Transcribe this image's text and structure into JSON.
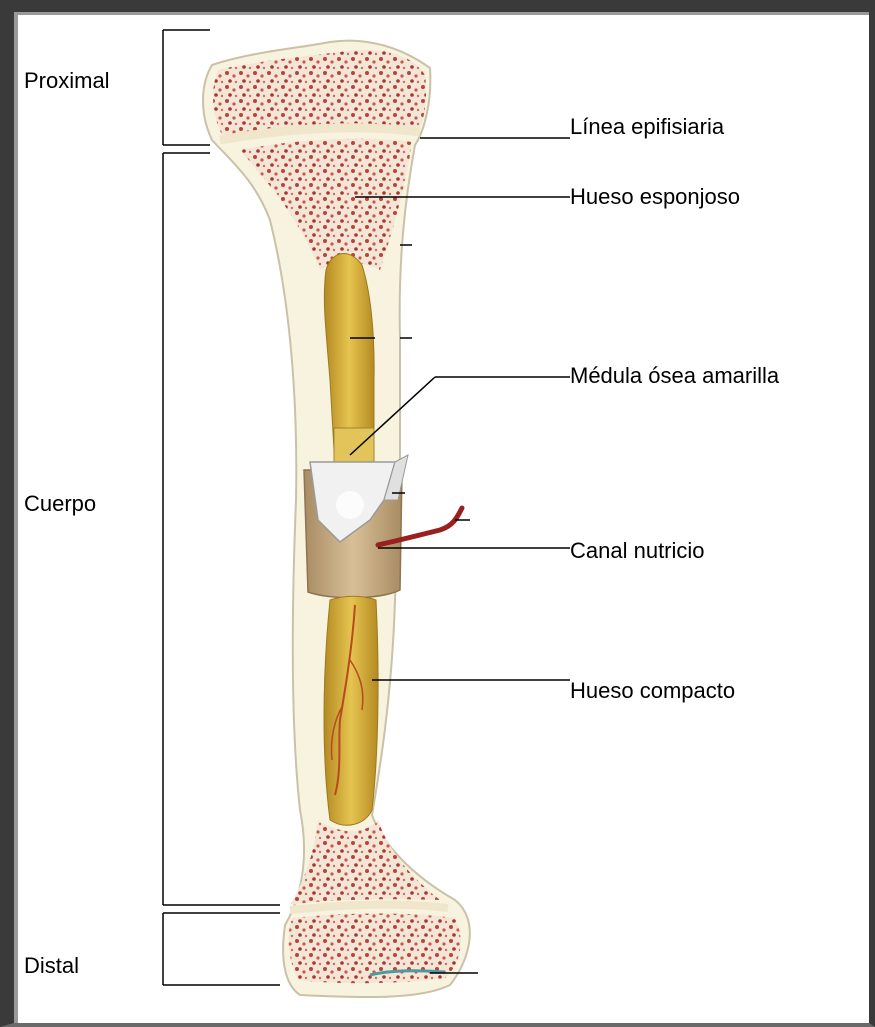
{
  "labels": {
    "proximal": "Proximal",
    "cuerpo": "Cuerpo",
    "distal": "Distal",
    "linea_epifisiaria": "Línea epifisiaria",
    "hueso_esponjoso": "Hueso esponjoso",
    "medula_osea_amarilla": "Médula ósea amarilla",
    "canal_nutricio": "Canal nutricio",
    "hueso_compacto": "Hueso compacto"
  },
  "colors": {
    "bone": "#f7f1dc",
    "spongy": "#b9463f",
    "marrow": "#d9b23a",
    "vessel": "#9a1f1f",
    "periosteum": "#c7aa7e",
    "frame": "#3a3a3a"
  }
}
